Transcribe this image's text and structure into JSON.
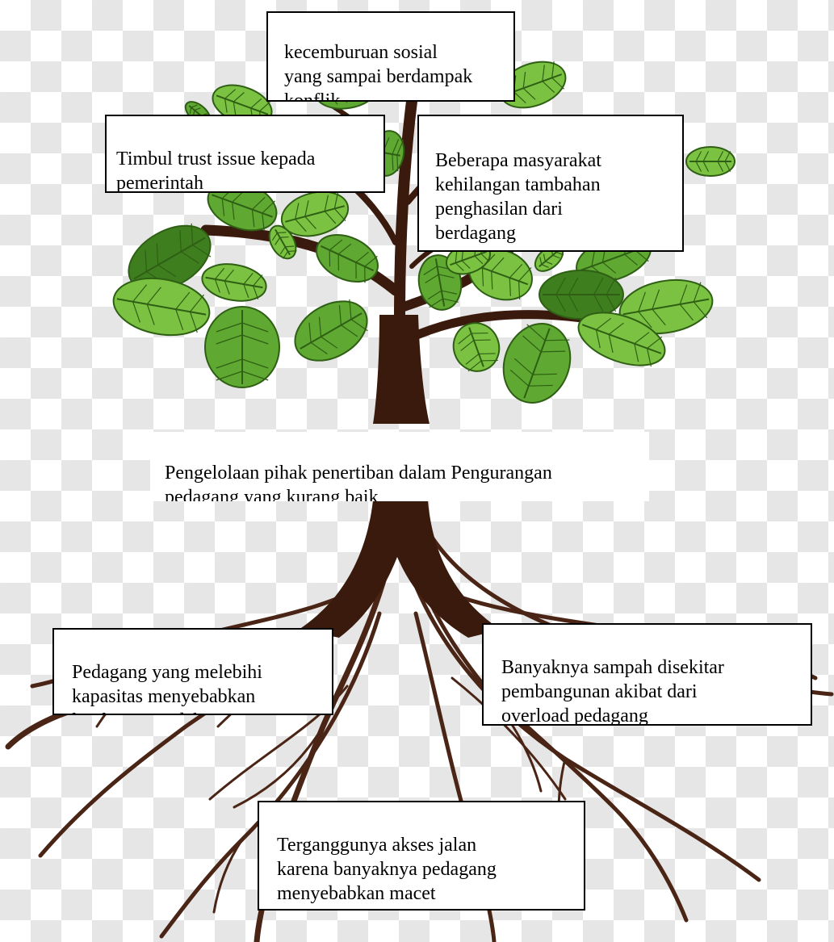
{
  "colors": {
    "trunk": "#3b1a0e",
    "roots": "#4a2516",
    "leaf_light": "#7cc242",
    "leaf_mid": "#5fa832",
    "leaf_dark": "#3f7e1e",
    "leaf_vein": "#2e5f14"
  },
  "diagram": {
    "core_problem": "Pengelolaan pihak penertiban dalam Pengurangan\npedagang yang kurang baik",
    "effects": [
      {
        "text": "kecemburuan sosial\nyang sampai berdampak\nkonflik"
      },
      {
        "text": "Timbul trust issue kepada\npemerintah"
      },
      {
        "text": "Beberapa masyarakat\nkehilangan tambahan\npenghasilan dari\nberdagang"
      }
    ],
    "causes": [
      {
        "text": "Pedagang yang melebihi\nkapasitas menyebabkan\nlingkungan tidak tertata"
      },
      {
        "text": "Banyaknya sampah disekitar\npembangunan akibat dari\noverload pedagang"
      },
      {
        "text": "Terganggunya akses jalan\nkarena banyaknya pedagang\nmenyebabkan macet"
      }
    ]
  }
}
